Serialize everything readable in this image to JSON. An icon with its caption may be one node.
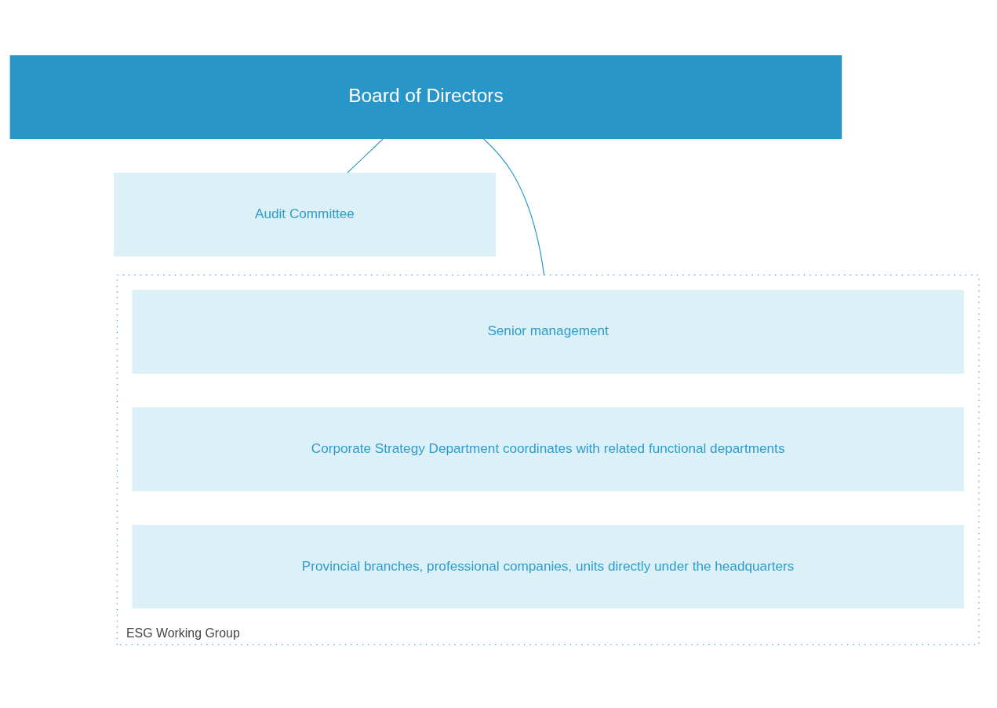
{
  "diagram": {
    "nodes": [
      {
        "text": [
          "Board of Directors"
        ]
      },
      {
        "text": [
          "Audit Committee"
        ]
      },
      {
        "text": [
          "ESG Working Group"
        ]
      },
      {
        "text": [
          "Senior management"
        ],
        "in": 2
      },
      {
        "text": [
          "Corporate Strategy Department coordinates with related functional departments"
        ],
        "in": 2
      },
      {
        "text": [
          "Provincial branches, professional companies, units directly under the headquarters"
        ],
        "in": 2
      }
    ],
    "edges": [
      {
        "from": 0,
        "to": 1,
        "arrow": "none"
      },
      {
        "from": 0,
        "to": 2,
        "arrow": "none"
      }
    ]
  }
}
